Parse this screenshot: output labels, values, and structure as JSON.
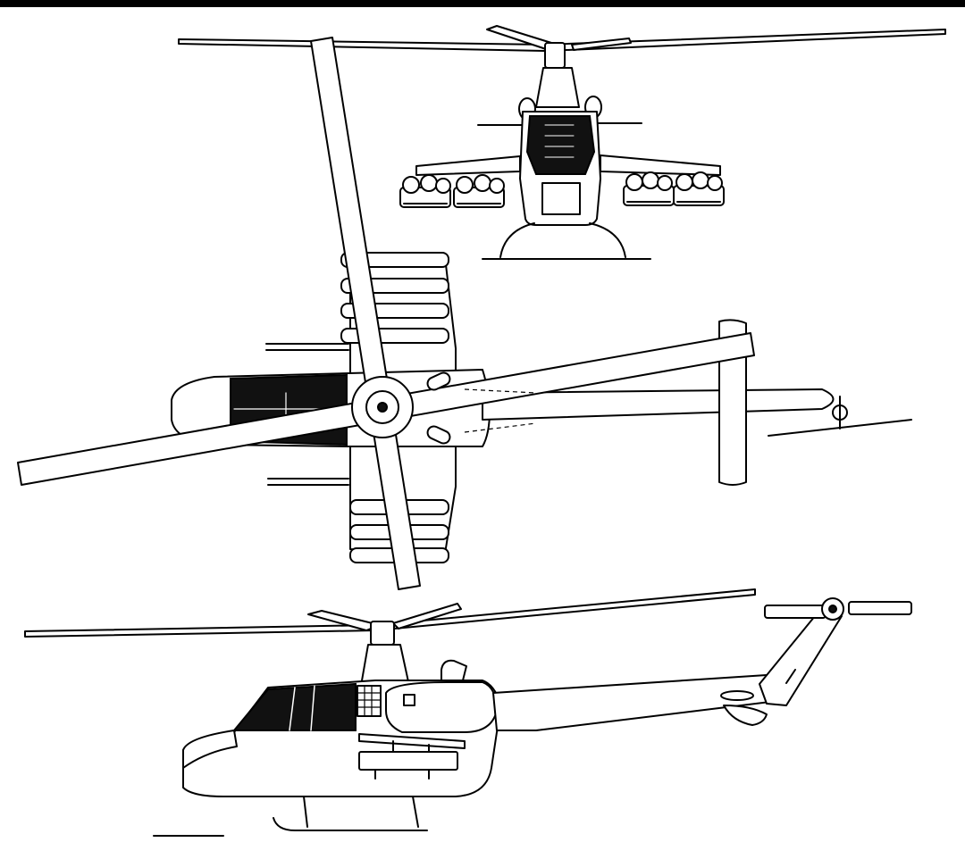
{
  "views": [
    "front-view",
    "top-view",
    "side-view"
  ],
  "colors": {
    "line": "#000000",
    "background": "#ffffff",
    "canopy": "#111111"
  }
}
